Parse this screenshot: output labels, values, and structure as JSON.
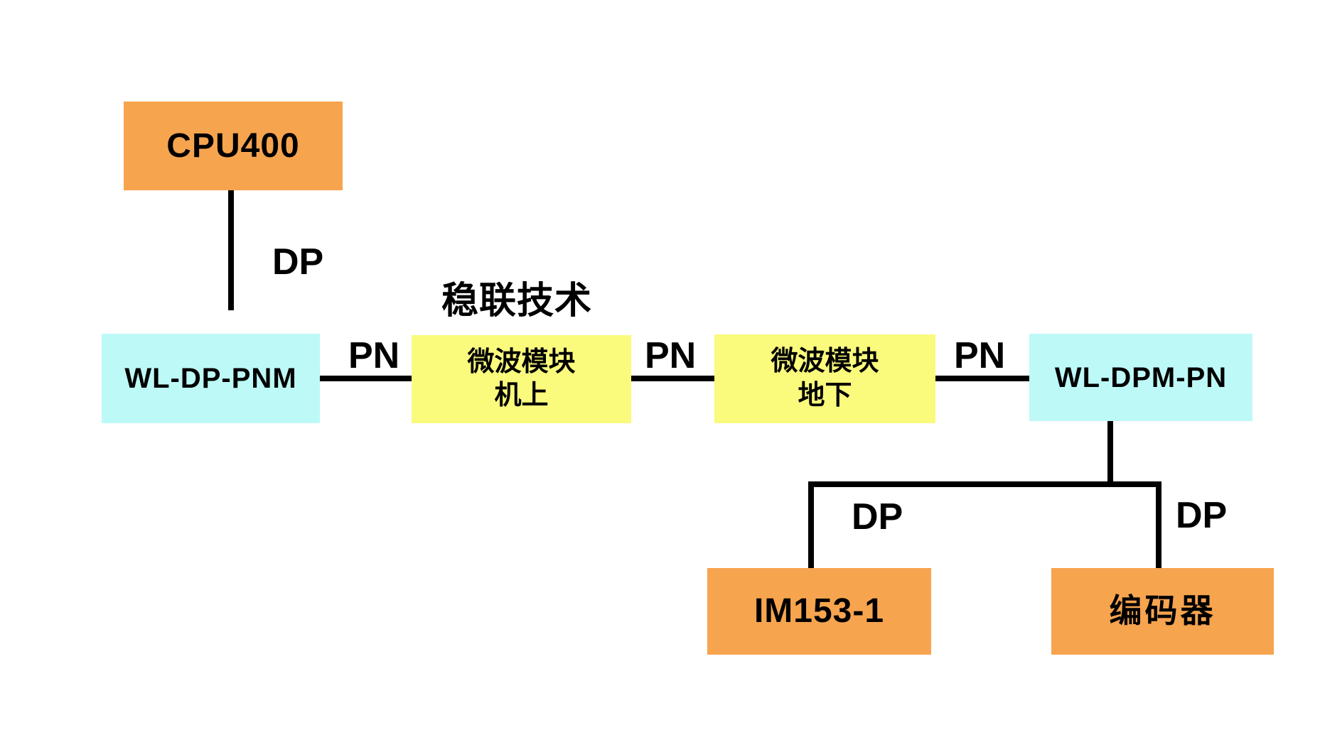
{
  "diagram": {
    "title": "稳联技术",
    "colors": {
      "orange": "#F7A44F",
      "cyan": "#BDF9F7",
      "yellow": "#FAFA7D",
      "line": "#000000",
      "text": "#000000",
      "background": "#FFFFFF"
    },
    "nodes": {
      "cpu400": {
        "label": "CPU400",
        "color": "#F7A44F"
      },
      "wl_dp_pnm": {
        "label": "WL-DP-PNM",
        "color": "#BDF9F7"
      },
      "mw_onboard": {
        "line1": "微波模块",
        "line2": "机上",
        "color": "#FAFA7D"
      },
      "mw_underground": {
        "line1": "微波模块",
        "line2": "地下",
        "color": "#FAFA7D"
      },
      "wl_dpm_pn": {
        "label": "WL-DPM-PN",
        "color": "#BDF9F7"
      },
      "im153_1": {
        "label": "IM153-1",
        "color": "#F7A44F"
      },
      "encoder": {
        "label": "编码器",
        "color": "#F7A44F"
      }
    },
    "edge_labels": {
      "cpu_to_pnm": "DP",
      "pnm_to_onboard": "PN",
      "onboard_to_underground": "PN",
      "underground_to_dpm": "PN",
      "branch_to_im153": "DP",
      "branch_to_encoder": "DP"
    }
  }
}
